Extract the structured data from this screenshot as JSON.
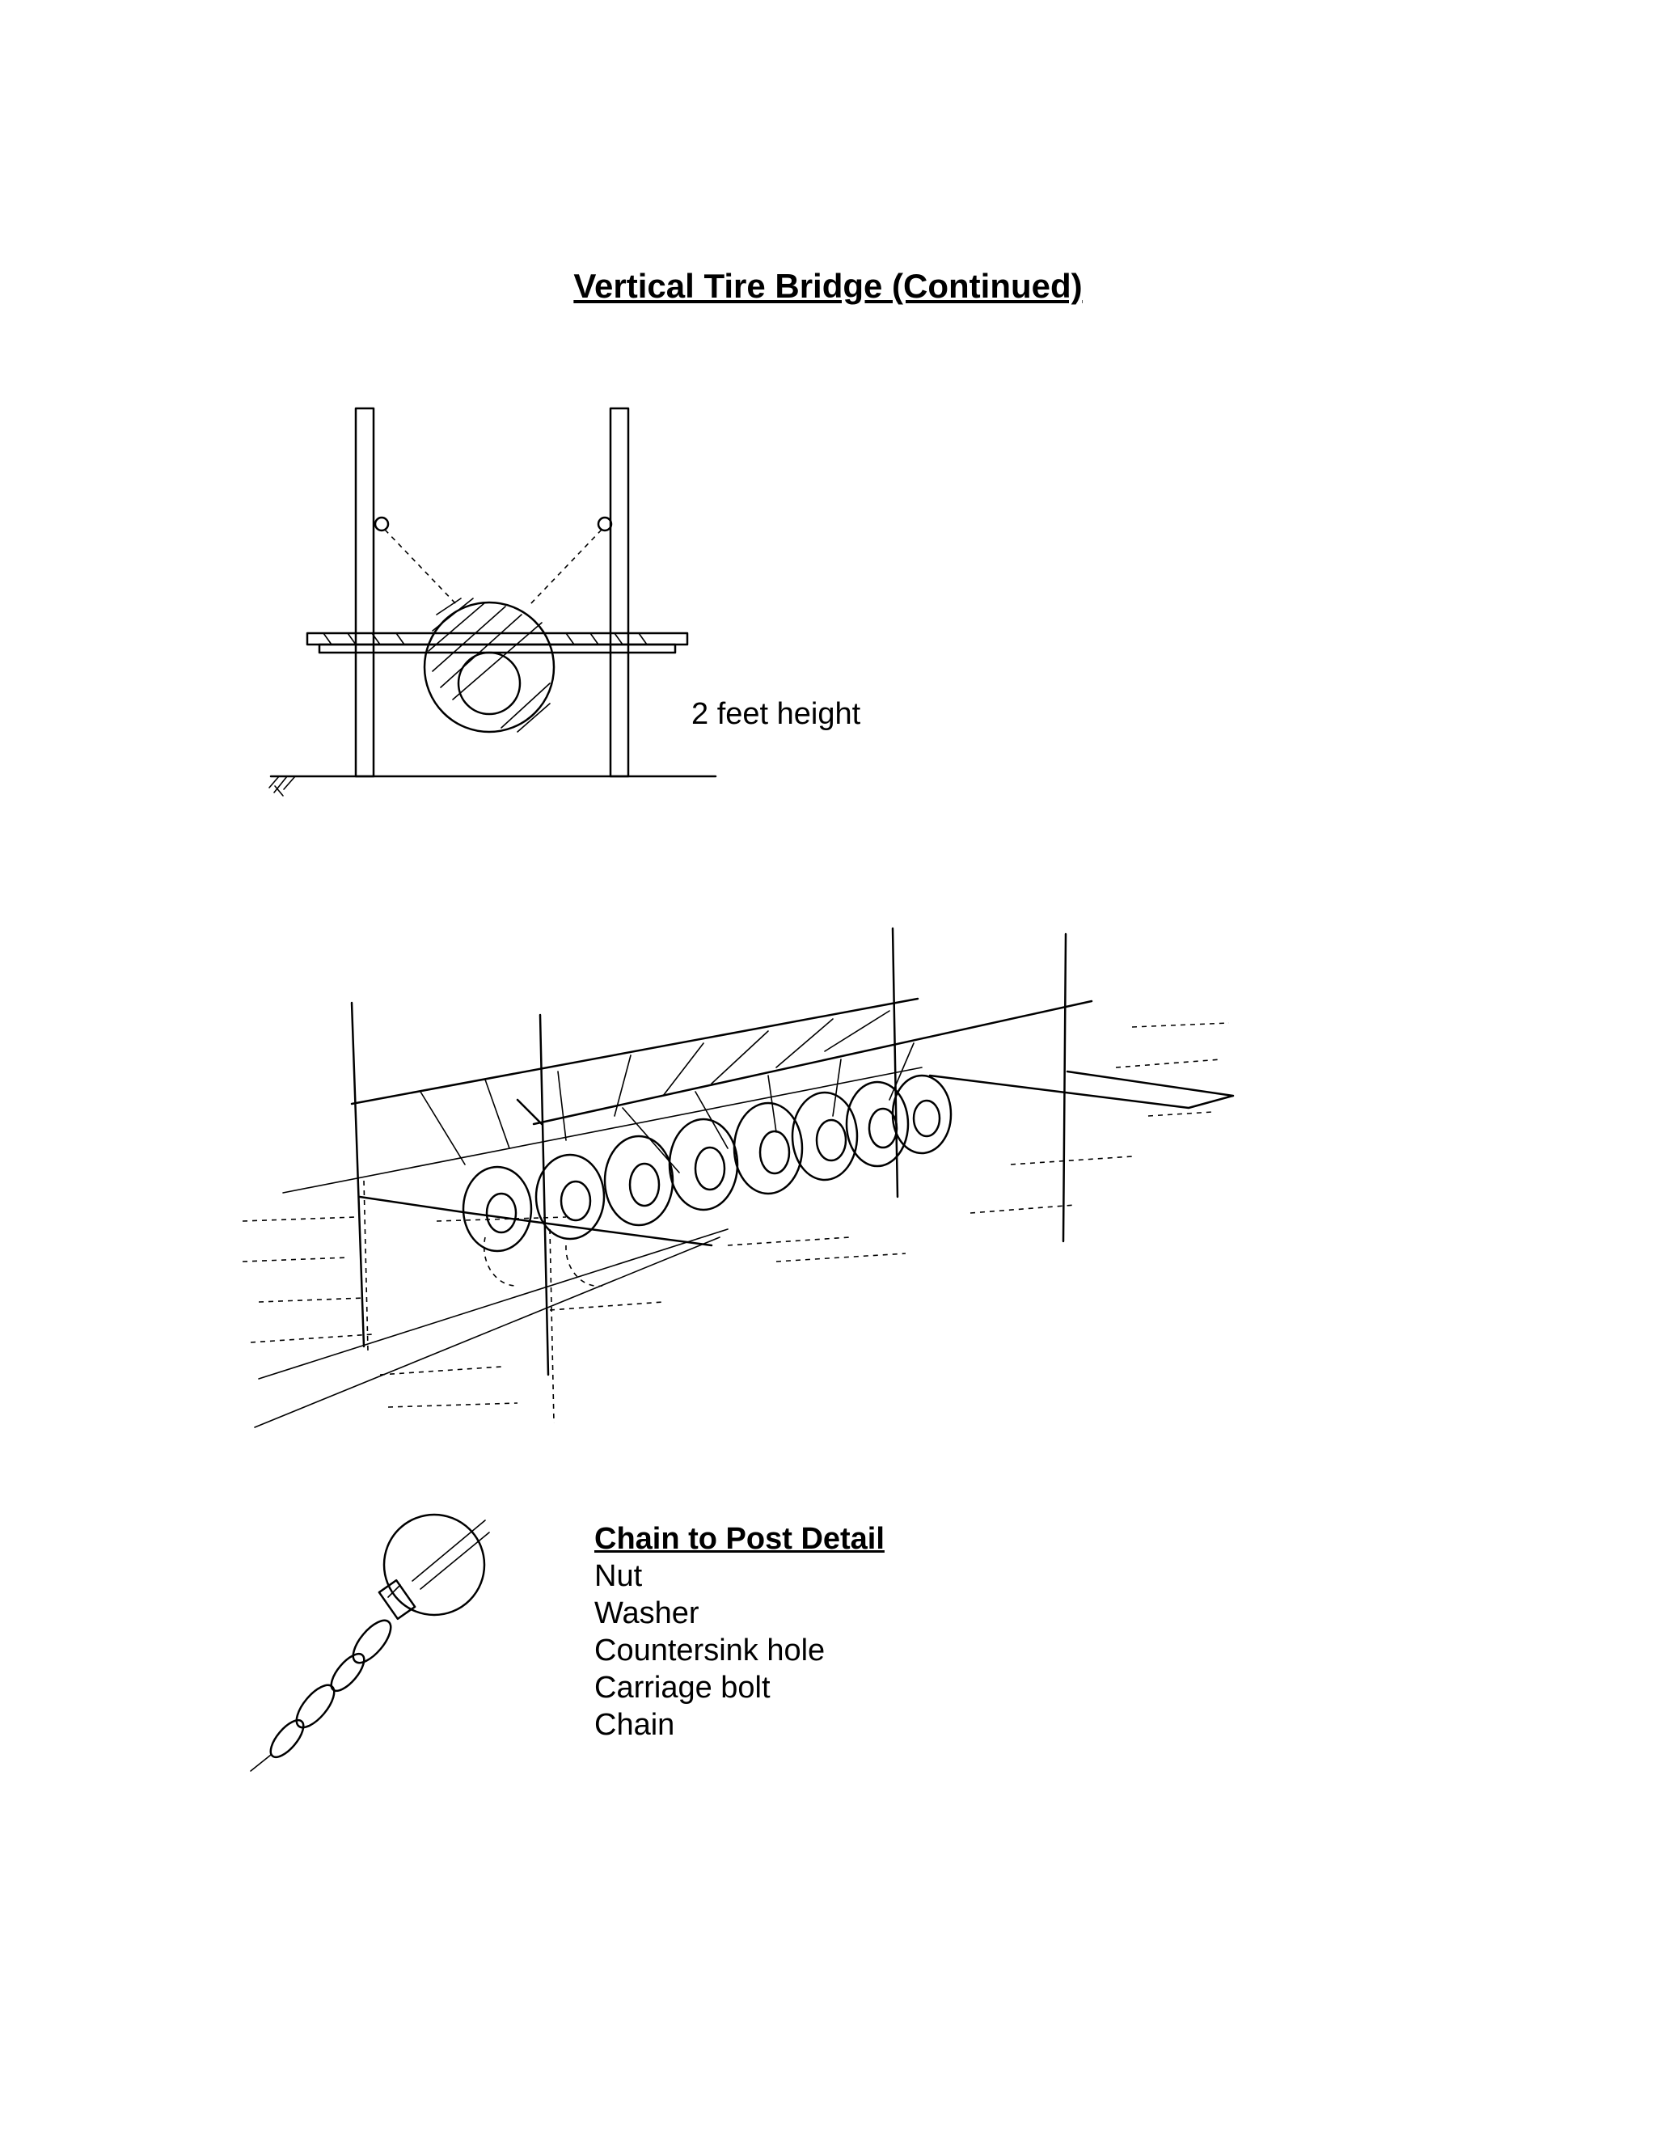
{
  "page": {
    "title": "Vertical Tire Bridge (Continued)",
    "front_view_caption": "2 feet height"
  },
  "detail": {
    "title": "Chain to Post Detail",
    "items": [
      "Nut",
      "Washer",
      "Countersink hole",
      "Carriage bolt",
      "Chain"
    ]
  }
}
